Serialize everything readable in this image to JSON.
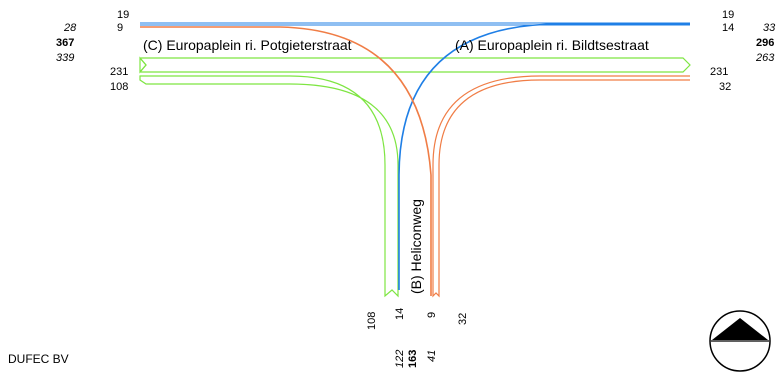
{
  "company": "DUFEC BV",
  "colors": {
    "left_flow": "#7ee542",
    "through_flow": "#1f7fe6",
    "right_flow": "#f07d46",
    "line": "#000000"
  },
  "arms": {
    "C": {
      "name": "(C) Europaplein ri. Potgieterstraat",
      "in_flows": [
        "19",
        "9"
      ],
      "totals": [
        "28",
        "367",
        "339"
      ],
      "out_flows": [
        "231",
        "108"
      ]
    },
    "A": {
      "name": "(A) Europaplein ri. Bildtsestraat",
      "in_flows": [
        "19",
        "14"
      ],
      "totals": [
        "33",
        "296",
        "263"
      ],
      "out_flows": [
        "231",
        "32"
      ]
    },
    "B": {
      "name": "(B) Heliconweg",
      "flows": [
        "108",
        "14",
        "9",
        "32"
      ],
      "totals": [
        "122",
        "163",
        "41"
      ]
    }
  },
  "north_arrow": "north-arrow-icon"
}
